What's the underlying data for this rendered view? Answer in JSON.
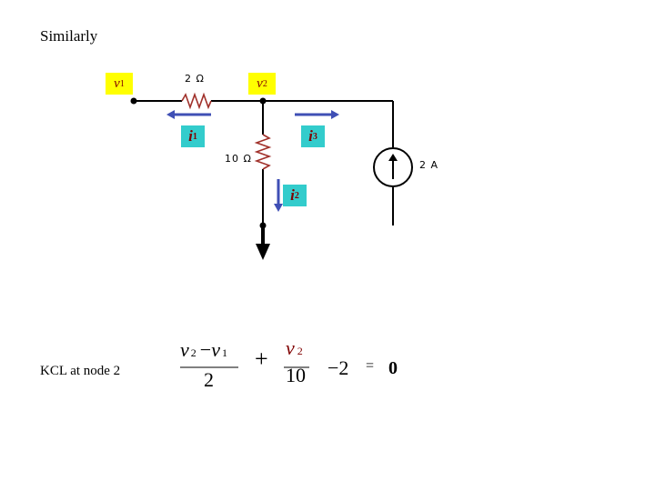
{
  "heading": "Similarly",
  "nodes": {
    "v1": {
      "base": "v",
      "sub": "1"
    },
    "v2": {
      "base": "v",
      "sub": "2"
    }
  },
  "currents": {
    "i1": {
      "base": "i",
      "sub": "1"
    },
    "i2": {
      "base": "i",
      "sub": "2"
    },
    "i3": {
      "base": "i",
      "sub": "3"
    }
  },
  "components": {
    "r1": "2 Ω",
    "r2": "10 Ω",
    "source": "2 A"
  },
  "kcl_label": "KCL at node 2",
  "equation": {
    "term1_num_v2": "v",
    "term1_num_sub2": "2",
    "term1_num_minus": "−",
    "term1_num_v1": "v",
    "term1_num_sub1": "1",
    "term1_den": "2",
    "plus": "+",
    "term2_num_v": "v",
    "term2_num_sub": "2",
    "term2_den": "10",
    "term3": "−2",
    "equals": "=",
    "rhs": "0"
  },
  "colors": {
    "node_tag": "#ffff00",
    "current_tag": "#33cccc",
    "arrow": "#3f4fb5",
    "resistor": "#a0302a",
    "label_text": "#800000"
  }
}
